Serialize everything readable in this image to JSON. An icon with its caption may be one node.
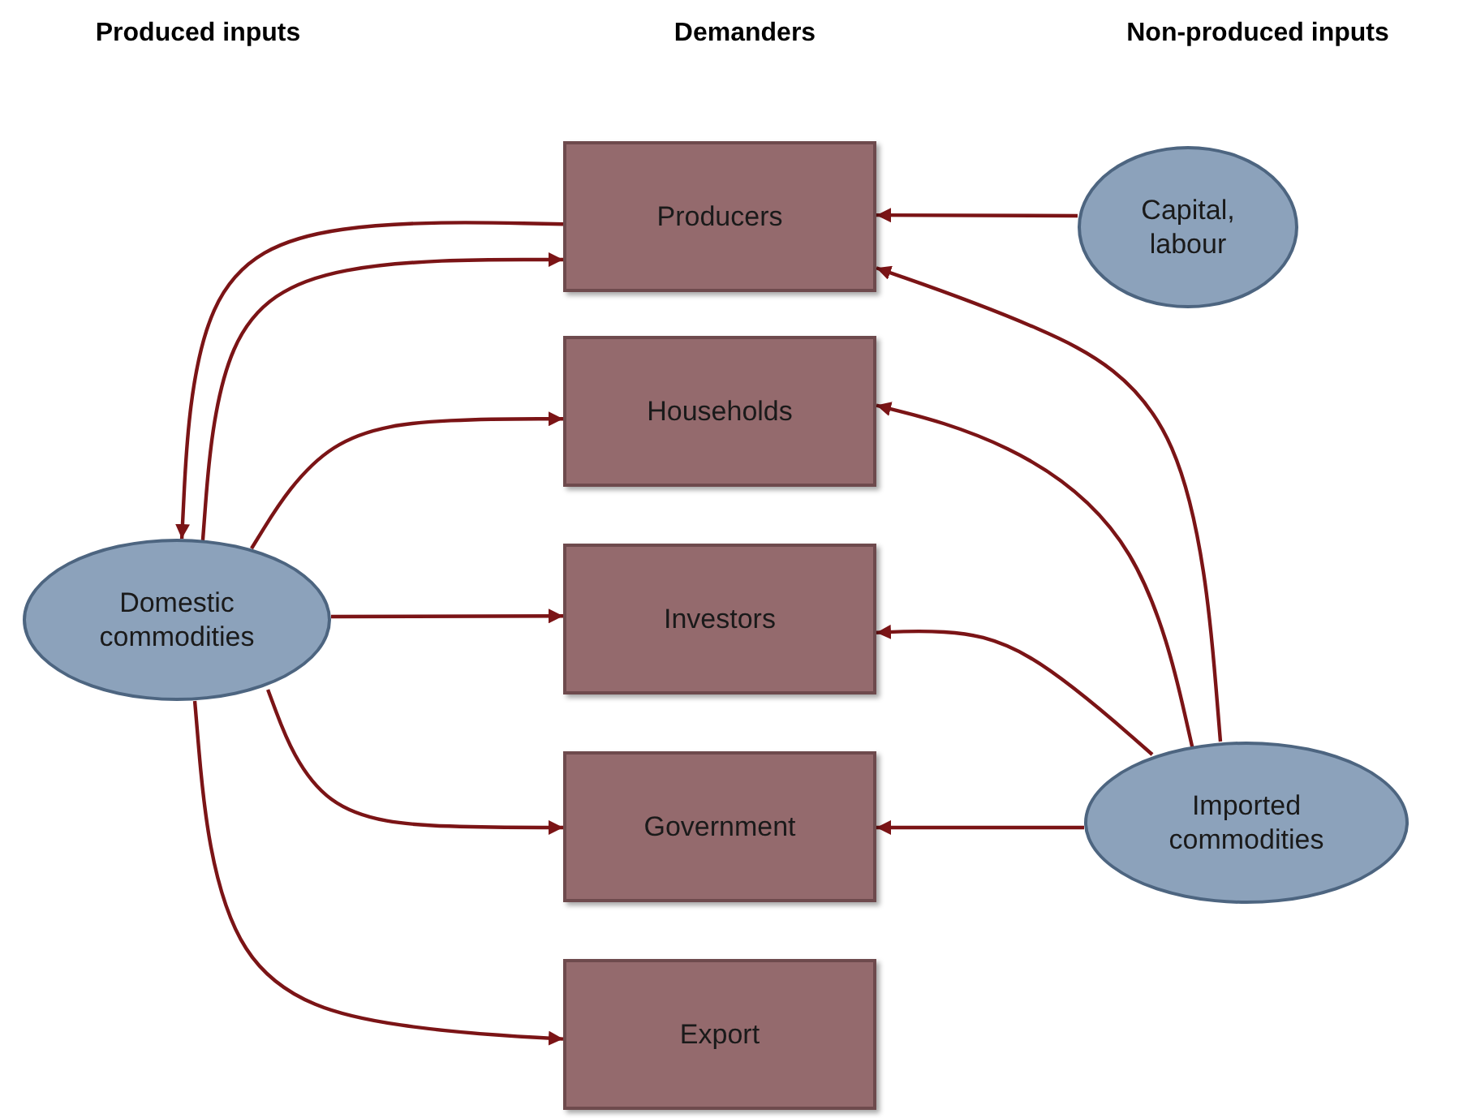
{
  "diagram": {
    "nodes": [
      {
        "text": [
          "Producers"
        ]
      },
      {
        "text": [
          "Households"
        ]
      },
      {
        "text": [
          "Investors"
        ]
      },
      {
        "text": [
          "Government"
        ]
      },
      {
        "text": [
          "Export"
        ]
      },
      {
        "text": [
          "Capital, labour"
        ]
      },
      {
        "text": [
          "Domestic commodities"
        ]
      },
      {
        "text": [
          "Imported commodities"
        ]
      }
    ],
    "edges": [
      {
        "from": 0,
        "to": 6,
        "arrow": "to"
      },
      {
        "from": 6,
        "to": 0,
        "arrow": "to"
      },
      {
        "from": 6,
        "to": 1,
        "arrow": "to"
      },
      {
        "from": 6,
        "to": 2,
        "arrow": "to"
      },
      {
        "from": 6,
        "to": 3,
        "arrow": "to"
      },
      {
        "from": 6,
        "to": 4,
        "arrow": "to"
      },
      {
        "from": 5,
        "to": 0,
        "arrow": "to"
      },
      {
        "from": 7,
        "to": 0,
        "arrow": "to"
      },
      {
        "from": 7,
        "to": 1,
        "arrow": "to"
      },
      {
        "from": 7,
        "to": 2,
        "arrow": "to"
      },
      {
        "from": 7,
        "to": 3,
        "arrow": "to"
      }
    ],
    "labels": [
      "Produced inputs",
      "Demanders",
      "Non-produced inputs"
    ]
  }
}
